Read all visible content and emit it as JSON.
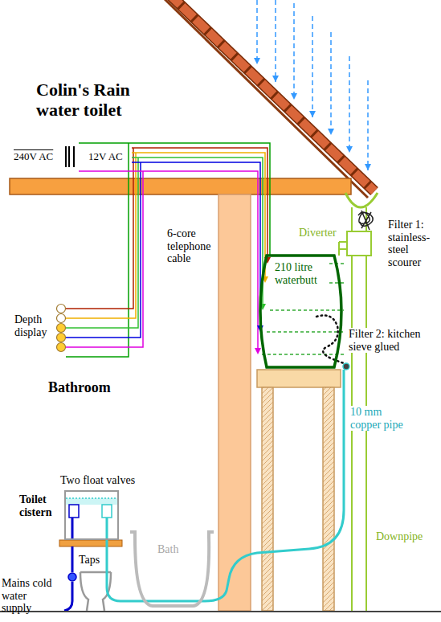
{
  "diagram": {
    "title": "Colin's Rain water toilet",
    "nodes": [
      {
        "text": [
          "210 litre waterbutt"
        ]
      },
      {
        "text": [
          "Toilet cistern"
        ]
      },
      {
        "text": [
          "Bath"
        ]
      }
    ],
    "edges": [
      {
        "from": 0,
        "to": 1,
        "arrow": "none",
        "label": "10 mm copper pipe"
      }
    ],
    "labels": [
      "240V AC",
      "12V AC",
      "6-core telephone cable",
      "Depth display",
      "Bathroom",
      "Two float valves",
      "Taps",
      "Mains cold water supply",
      "Filter 1: stainless-steel scourer",
      "Diverter",
      "Filter 2: kitchen sieve glued",
      "Downpipe"
    ]
  }
}
